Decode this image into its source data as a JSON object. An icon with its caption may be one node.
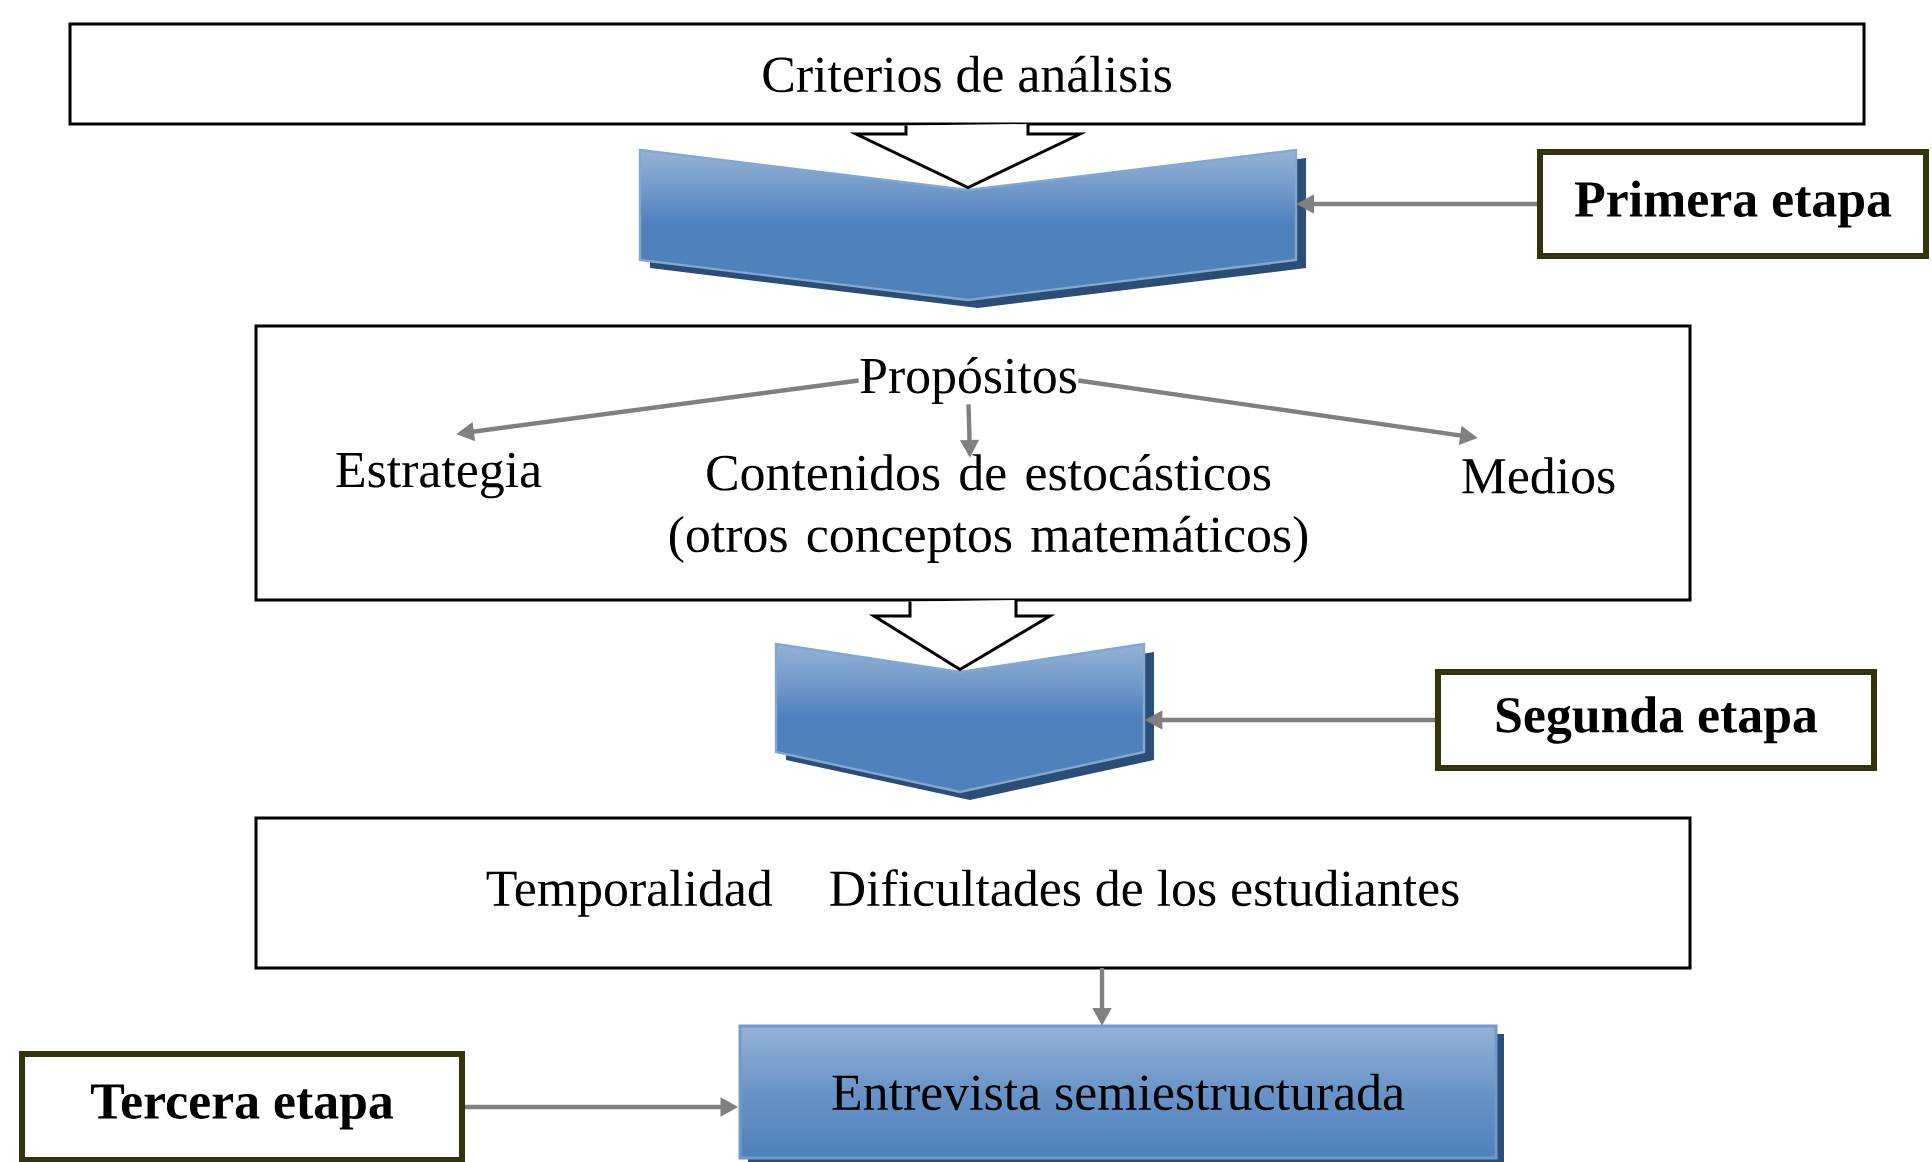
{
  "diagram": {
    "nodes": [
      {
        "text": [
          "Criterios de análisis"
        ]
      },
      {
        "text": [],
        "shape": "chevron"
      },
      {
        "text": [
          "Primera etapa"
        ]
      },
      {
        "text": [],
        "shape": "box"
      },
      {
        "text": [
          "Propósitos"
        ],
        "in": 3
      },
      {
        "text": [
          "Estrategia"
        ],
        "in": 3
      },
      {
        "text": [
          "Contenidos de estocásticos (otros conceptos matemáticos)"
        ],
        "in": 3
      },
      {
        "text": [
          "Medios"
        ],
        "in": 3
      },
      {
        "text": [],
        "shape": "chevron"
      },
      {
        "text": [
          "Segunda etapa"
        ]
      },
      {
        "text": [
          "Temporalidad",
          "Dificultades de los estudiantes"
        ]
      },
      {
        "text": [
          "Entrevista semiestructurada"
        ]
      },
      {
        "text": [
          "Tercera etapa"
        ]
      }
    ],
    "edges": [
      {
        "from": 0,
        "to": 1,
        "arrow": "to",
        "style": "thick",
        "color": "#000000"
      },
      {
        "from": 2,
        "to": 1,
        "arrow": "to"
      },
      {
        "from": 4,
        "to": 5,
        "arrow": "to"
      },
      {
        "from": 4,
        "to": 6,
        "arrow": "to"
      },
      {
        "from": 4,
        "to": 7,
        "arrow": "to"
      },
      {
        "from": 3,
        "to": 8,
        "arrow": "to",
        "style": "thick",
        "color": "#000000"
      },
      {
        "from": 9,
        "to": 8,
        "arrow": "to"
      },
      {
        "from": 10,
        "to": 11,
        "arrow": "to"
      },
      {
        "from": 12,
        "to": 11,
        "arrow": "to"
      }
    ]
  }
}
